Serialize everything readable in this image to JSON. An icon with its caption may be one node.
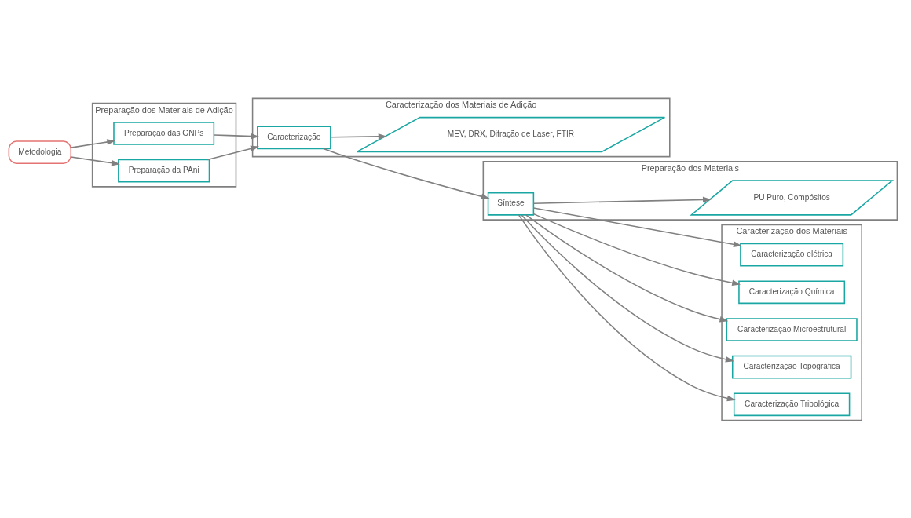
{
  "diagram": {
    "nodes": [
      {
        "text": [
          "Preparação dos Materiais de Adição"
        ]
      },
      {
        "text": [
          "Caracterização dos Materiais de Adição"
        ]
      },
      {
        "text": [
          "Preparação dos Materiais"
        ]
      },
      {
        "text": [
          "Caracterização dos Materiais"
        ]
      },
      {
        "text": [
          "Metodologia"
        ]
      },
      {
        "text": [
          "Preparação das GNPs"
        ],
        "in": 0
      },
      {
        "text": [
          "Preparação da PAni"
        ],
        "in": 0
      },
      {
        "text": [
          "MEV, DRX, Difração de Laser, FTIR"
        ],
        "in": 1
      },
      {
        "text": [
          "Caracterização"
        ],
        "in": 1
      },
      {
        "text": [
          "PU Puro, Compósitos"
        ],
        "in": 2
      },
      {
        "text": [
          "Síntese"
        ],
        "in": 2
      },
      {
        "text": [
          "Caracterização elétrica"
        ],
        "in": 3
      },
      {
        "text": [
          "Caracterização Química"
        ],
        "in": 3
      },
      {
        "text": [
          "Caracterização Microestrutural"
        ],
        "in": 3
      },
      {
        "text": [
          "Caracterização Topográfica"
        ],
        "in": 3
      },
      {
        "text": [
          "Caracterização Tribológica"
        ],
        "in": 3
      }
    ],
    "edges": [
      {
        "from": 4,
        "to": 5,
        "arrow": "to"
      },
      {
        "from": 4,
        "to": 6,
        "arrow": "to"
      },
      {
        "from": 5,
        "to": 8,
        "arrow": "to"
      },
      {
        "from": 6,
        "to": 8,
        "arrow": "to"
      },
      {
        "from": 8,
        "to": 7,
        "arrow": "to"
      },
      {
        "from": 8,
        "to": 10,
        "arrow": "to"
      },
      {
        "from": 10,
        "to": 9,
        "arrow": "to"
      },
      {
        "from": 10,
        "to": 11,
        "arrow": "to"
      },
      {
        "from": 10,
        "to": 12,
        "arrow": "to"
      },
      {
        "from": 10,
        "to": 13,
        "arrow": "to"
      },
      {
        "from": 10,
        "to": 14,
        "arrow": "to"
      },
      {
        "from": 10,
        "to": 15,
        "arrow": "to"
      }
    ]
  }
}
